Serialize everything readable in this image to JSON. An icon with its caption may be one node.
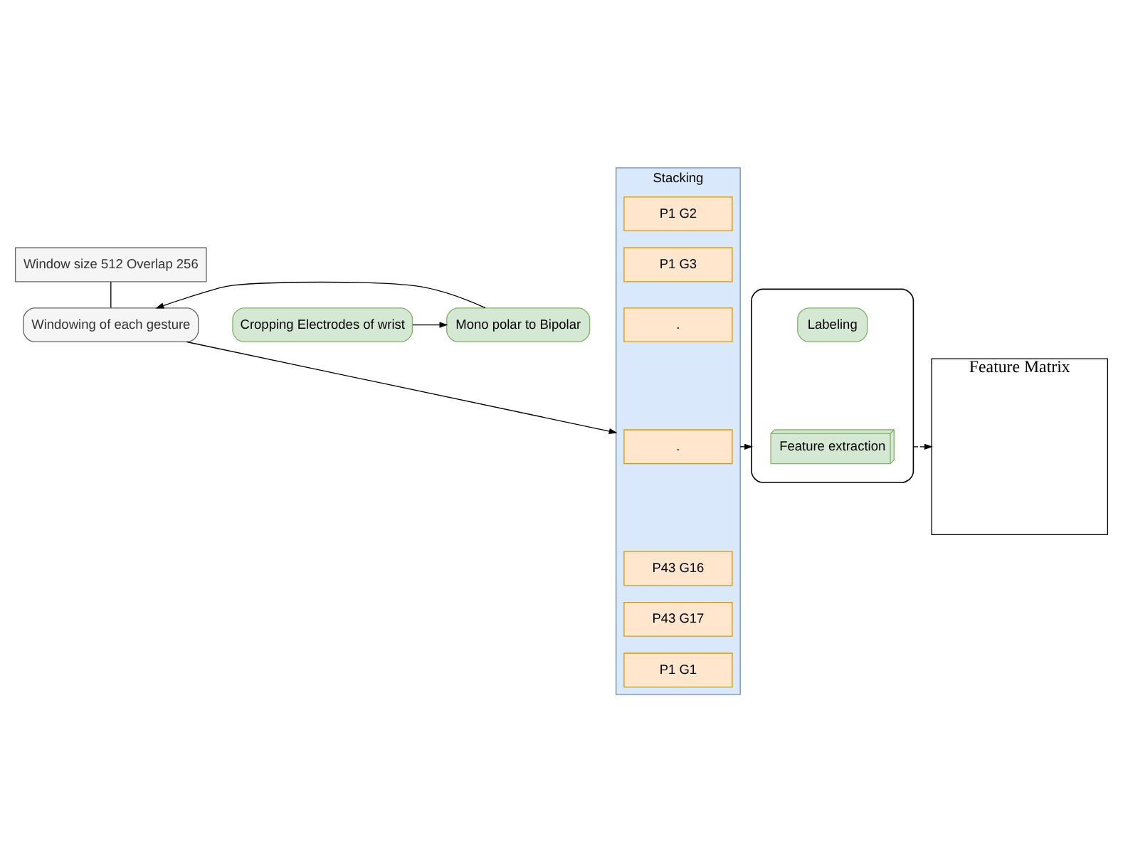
{
  "diagram": {
    "nodes": [
      {
        "text": [
          "Window size 512 Overlap 256"
        ]
      },
      {
        "text": [
          "Cropping Electrodes of wrist"
        ]
      },
      {
        "text": [
          "Mono polar to Bipolar"
        ]
      },
      {
        "text": [
          "Windowing of each gesture"
        ]
      },
      {
        "text": [
          "Stacking"
        ]
      },
      {
        "text": [
          "P1 G2"
        ],
        "in": 4
      },
      {
        "text": [
          "P1 G3"
        ],
        "in": 4
      },
      {
        "text": [
          "."
        ],
        "in": 4
      },
      {
        "text": [
          "."
        ],
        "in": 4
      },
      {
        "text": [
          "P43 G16"
        ],
        "in": 4
      },
      {
        "text": [
          "P43 G17"
        ],
        "in": 4
      },
      {
        "text": [
          "P1 G1"
        ],
        "in": 4
      },
      {
        "text": [],
        "shape": "box"
      },
      {
        "text": [
          "Labeling"
        ],
        "in": 12
      },
      {
        "text": [
          "Feature extraction"
        ],
        "in": 12
      },
      {
        "text": [
          "Feature Matrix"
        ]
      }
    ],
    "edges": [
      {
        "from": 0,
        "to": 3,
        "arrow": "none"
      },
      {
        "from": 1,
        "to": 2,
        "arrow": "to"
      },
      {
        "from": 2,
        "to": 3,
        "arrow": "to"
      },
      {
        "from": 3,
        "to": 4,
        "arrow": "to"
      },
      {
        "from": 4,
        "to": 12,
        "arrow": "to"
      },
      {
        "from": 12,
        "to": 15,
        "arrow": "to",
        "style": "dashed"
      }
    ]
  }
}
